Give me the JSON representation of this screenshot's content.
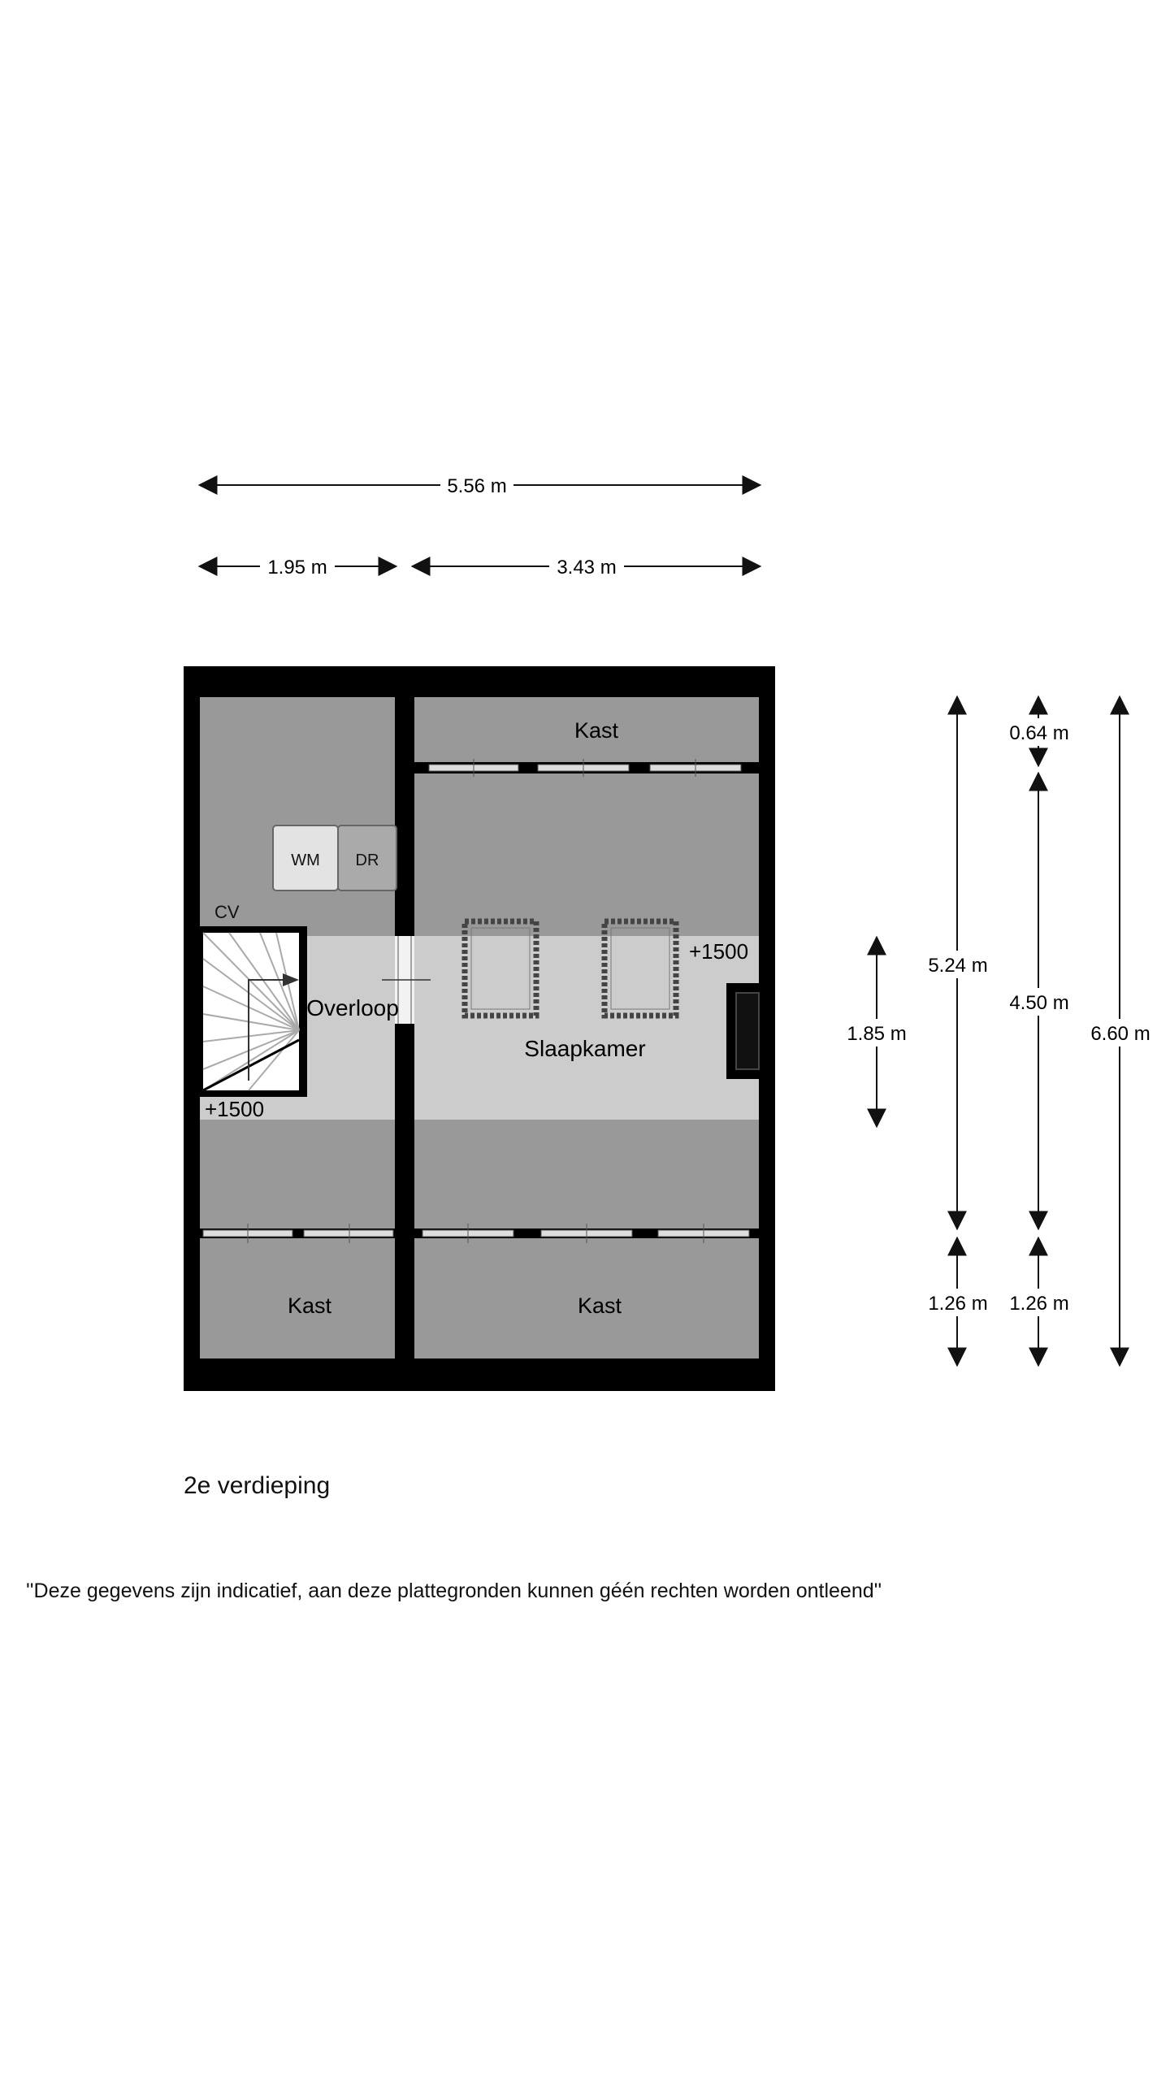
{
  "dimensions": {
    "total_width": "5.56 m",
    "left_width": "1.95 m",
    "right_width": "3.43 m",
    "vertical_slaapkamer_depth": "5.24 m",
    "vertical_kast_top": "0.64 m",
    "vertical_slaapkamer_inner": "4.50 m",
    "vertical_total": "6.60 m",
    "vertical_kast_bottom_left": "1.26 m",
    "vertical_kast_bottom_right": "1.26 m",
    "vertical_headroom": "1.85 m"
  },
  "rooms": {
    "kast_top": "Kast",
    "kast_bottom_left": "Kast",
    "kast_bottom_right": "Kast",
    "overloop": "Overloop",
    "slaapkamer": "Slaapkamer"
  },
  "appliances": {
    "washing_machine": "WM",
    "dryer": "DR",
    "boiler": "CV"
  },
  "levels": {
    "slaapkamer_height": "+1500",
    "overloop_height": "+1500"
  },
  "floor_title": "2e verdieping",
  "disclaimer": "''Deze gegevens zijn indicatief, aan deze plattegronden kunnen géén rechten worden ontleend''"
}
